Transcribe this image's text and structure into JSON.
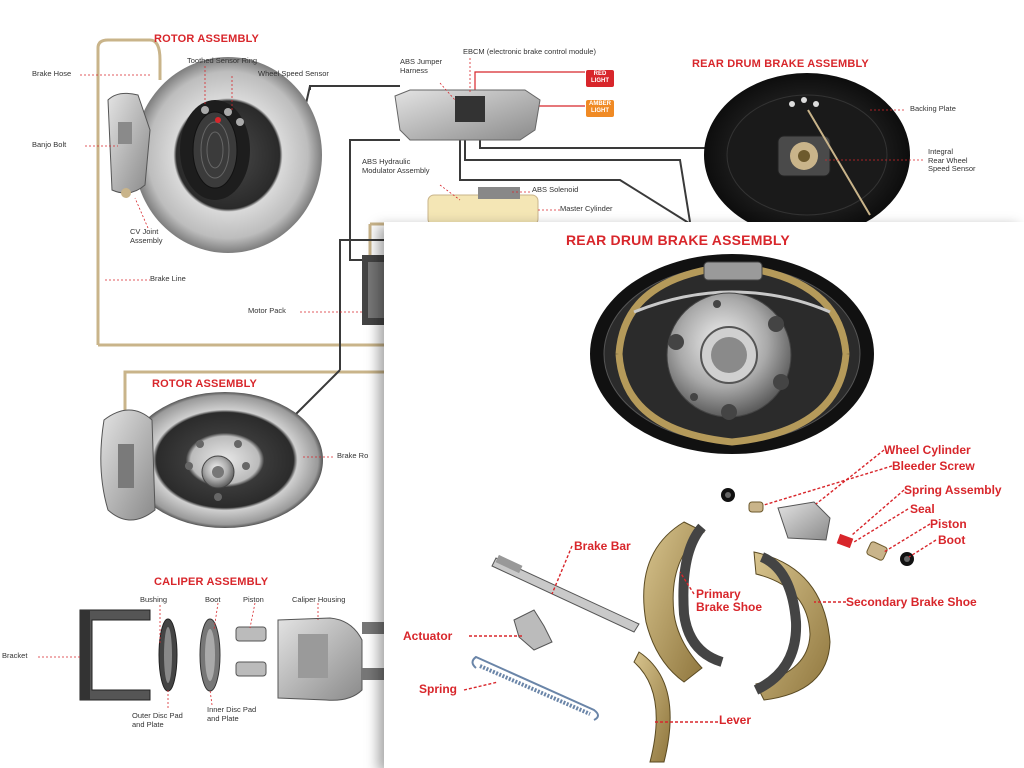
{
  "headings": {
    "rotor_assembly_top": "ROTOR ASSEMBLY",
    "rear_drum_top": "REAR DRUM BRAKE ASSEMBLY",
    "rotor_assembly_mid": "ROTOR ASSEMBLY",
    "caliper_assembly": "CALIPER ASSEMBLY",
    "rear_drum_panel": "REAR DRUM BRAKE ASSEMBLY"
  },
  "labels": {
    "brake_hose": "Brake Hose",
    "toothed_sensor_ring": "Toothed Sensor Ring",
    "wheel_speed_sensor": "Wheel Speed Sensor",
    "abs_jumper_harness": "ABS Jumper\nHarness",
    "ebcm": "EBCM (electronic brake control module)",
    "red_light": "RED\nLIGHT",
    "amber_light": "AMBER\nLIGHT",
    "banjo_bolt": "Banjo Bolt",
    "cv_joint_assembly": "CV Joint\nAssembly",
    "abs_hydraulic_modulator": "ABS Hydraulic\nModulator Assembly",
    "abs_solenoid": "ABS Solenoid",
    "master_cylinder": "Master Cylinder",
    "backing_plate": "Backing Plate",
    "integral_rear_wheel_speed_sensor": "Integral\nRear Wheel\nSpeed Sensor",
    "brake_line": "Brake Line",
    "motor_pack": "Motor Pack",
    "brake_rotor": "Brake Ro",
    "bushing": "Bushing",
    "boot_caliper": "Boot",
    "piston_caliper": "Piston",
    "caliper_housing": "Caliper Housing",
    "bracket": "Bracket",
    "outer_disc_pad": "Outer Disc Pad\nand Plate",
    "inner_disc_pad": "Inner Disc Pad\nand Plate"
  },
  "panel_labels": {
    "wheel_cylinder": "Wheel Cylinder",
    "bleeder_screw": "Bleeder Screw",
    "spring_assembly": "Spring Assembly",
    "seal": "Seal",
    "piston": "Piston",
    "boot": "Boot",
    "brake_bar": "Brake Bar",
    "primary_brake_shoe": "Primary\nBrake Shoe",
    "secondary_brake_shoe": "Secondary Brake Shoe",
    "actuator": "Actuator",
    "spring": "Spring",
    "lever": "Lever"
  },
  "colors": {
    "heading_red": "#d8262b",
    "brake_line_tan": "#c9b48a",
    "wire_dark": "#3a3a3a",
    "shoe_tan": "#b59a5a",
    "red_light": "#d8262b",
    "amber_light": "#f08a24"
  }
}
